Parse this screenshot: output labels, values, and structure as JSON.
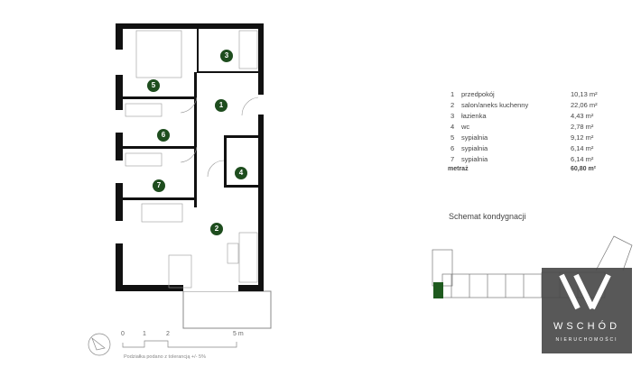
{
  "rooms": [
    {
      "no": "1",
      "name": "przedpokój",
      "area": "10,13 m²"
    },
    {
      "no": "2",
      "name": "salon/aneks kuchenny",
      "area": "22,06 m²"
    },
    {
      "no": "3",
      "name": "łazienka",
      "area": "4,43 m²"
    },
    {
      "no": "4",
      "name": "wc",
      "area": "2,78 m²"
    },
    {
      "no": "5",
      "name": "sypialnia",
      "area": "9,12 m²"
    },
    {
      "no": "6",
      "name": "sypialnia",
      "area": "6,14 m²"
    },
    {
      "no": "7",
      "name": "sypialnia",
      "area": "6,14 m²"
    }
  ],
  "total": {
    "label": "metraż",
    "area": "60,80 m²"
  },
  "schema_title": "Schemat kondygnacji",
  "scale": {
    "ticks": [
      "0",
      "1",
      "2",
      "5 m"
    ],
    "caption": "Podziałka podano z tolerancją +/- 5%"
  },
  "logo": {
    "name": "WSCHÓD",
    "sub": "NIERUCHOMOŚCI"
  },
  "colors": {
    "marker": "#1e4d1e",
    "highlight": "#1e5a1e"
  }
}
